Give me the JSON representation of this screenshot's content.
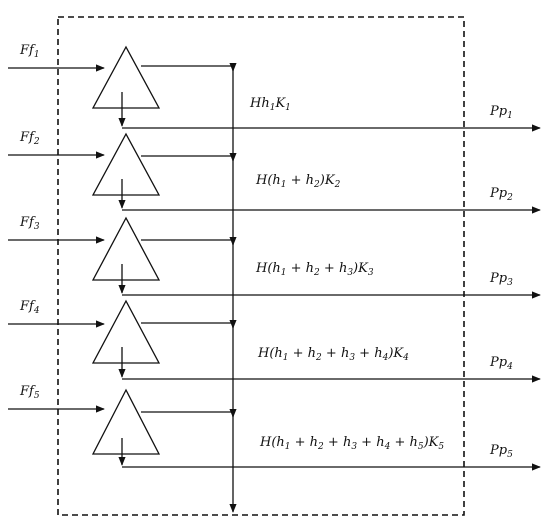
{
  "diagram": {
    "inputs": [
      {
        "main": "Ff",
        "sub": "1"
      },
      {
        "main": "Ff",
        "sub": "2"
      },
      {
        "main": "Ff",
        "sub": "3"
      },
      {
        "main": "Ff",
        "sub": "4"
      },
      {
        "main": "Ff",
        "sub": "5"
      }
    ],
    "outputs": [
      {
        "main": "Pp",
        "sub": "1"
      },
      {
        "main": "Pp",
        "sub": "2"
      },
      {
        "main": "Pp",
        "sub": "3"
      },
      {
        "main": "Pp",
        "sub": "4"
      },
      {
        "main": "Pp",
        "sub": "5"
      }
    ],
    "formulas": [
      {
        "parts": [
          [
            "Hh",
            ""
          ],
          [
            "1",
            "sub"
          ],
          [
            "K",
            ""
          ],
          [
            "1",
            "sub"
          ]
        ]
      },
      {
        "parts": [
          [
            "H(h",
            ""
          ],
          [
            "1",
            "sub"
          ],
          [
            " + h",
            ""
          ],
          [
            "2",
            "sub"
          ],
          [
            ")K",
            ""
          ],
          [
            "2",
            "sub"
          ]
        ]
      },
      {
        "parts": [
          [
            "H(h",
            ""
          ],
          [
            "1",
            "sub"
          ],
          [
            " + h",
            ""
          ],
          [
            "2",
            "sub"
          ],
          [
            " + h",
            ""
          ],
          [
            "3",
            "sub"
          ],
          [
            ")K",
            ""
          ],
          [
            "3",
            "sub"
          ]
        ]
      },
      {
        "parts": [
          [
            "H(h",
            ""
          ],
          [
            "1",
            "sub"
          ],
          [
            " + h",
            ""
          ],
          [
            "2",
            "sub"
          ],
          [
            " + h",
            ""
          ],
          [
            "3",
            "sub"
          ],
          [
            " + h",
            ""
          ],
          [
            "4",
            "sub"
          ],
          [
            ")K",
            ""
          ],
          [
            "4",
            "sub"
          ]
        ]
      },
      {
        "parts": [
          [
            "H(h",
            ""
          ],
          [
            "1",
            "sub"
          ],
          [
            " + h",
            ""
          ],
          [
            "2",
            "sub"
          ],
          [
            " + h",
            ""
          ],
          [
            "3",
            "sub"
          ],
          [
            " + h",
            ""
          ],
          [
            "4",
            "sub"
          ],
          [
            " + h",
            ""
          ],
          [
            "5",
            "sub"
          ],
          [
            ")K",
            ""
          ],
          [
            "5",
            "sub"
          ]
        ]
      }
    ]
  }
}
